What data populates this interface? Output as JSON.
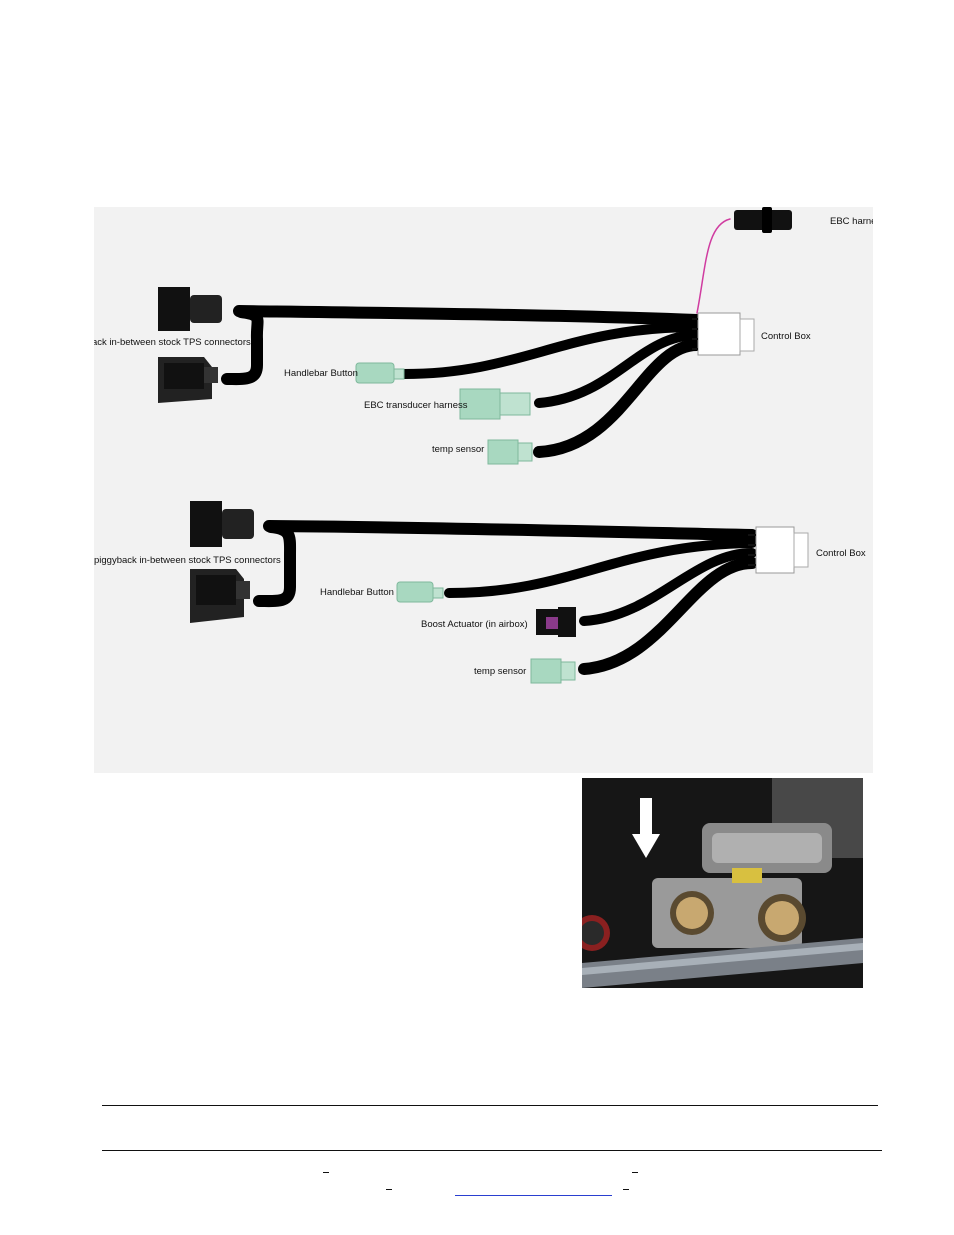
{
  "diagram_top": {
    "ebc_harness_label": "EBC harness",
    "control_box_label": "Control Box",
    "tps_label": "piggyback in-between stock TPS connectors",
    "handlebar_label": "Handlebar Button",
    "ebc_transducer_label": "EBC transducer harness",
    "temp_sensor_label": "temp sensor"
  },
  "diagram_bottom": {
    "control_box_label": "Control Box",
    "tps_label": "piggyback in-between stock TPS connectors",
    "handlebar_label": "Handlebar Button",
    "boost_actuator_label": "Boost Actuator (in airbox)",
    "temp_sensor_label": "temp sensor"
  },
  "colors": {
    "panel_background": "#f2f2f2",
    "cable": "#000000",
    "green_connector": "#a8d8c0",
    "pink_wire": "#d03ca0",
    "link_blue": "#2a3fd0"
  },
  "photo": {
    "subject": "throttle body with arrow"
  }
}
